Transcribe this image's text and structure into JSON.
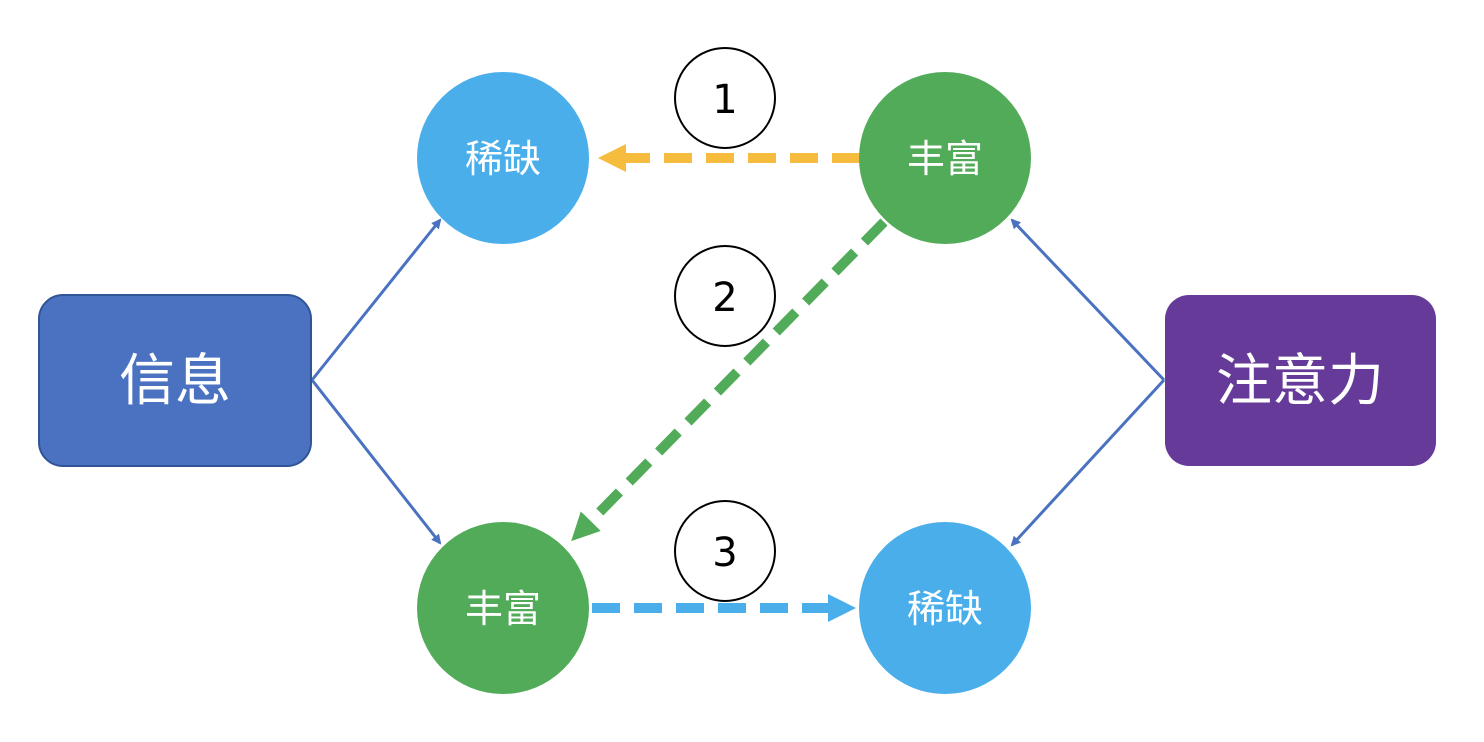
{
  "nodes": {
    "info": {
      "label": "信息",
      "color": "#4a72c0"
    },
    "attention": {
      "label": "注意力",
      "color": "#663a99"
    },
    "info_scarce": {
      "label": "稀缺",
      "color": "#4aaeea"
    },
    "info_abundant": {
      "label": "丰富",
      "color": "#52ab58"
    },
    "attention_abundant": {
      "label": "丰富",
      "color": "#52ab58"
    },
    "attention_scarce": {
      "label": "稀缺",
      "color": "#4aaeea"
    }
  },
  "edges": {
    "structural_color": "#4a72c0",
    "path_1_color": "#f6bc3e",
    "path_2_color": "#52ab58",
    "path_3_color": "#4aaeea"
  },
  "badges": {
    "one": "1",
    "two": "2",
    "three": "3"
  }
}
